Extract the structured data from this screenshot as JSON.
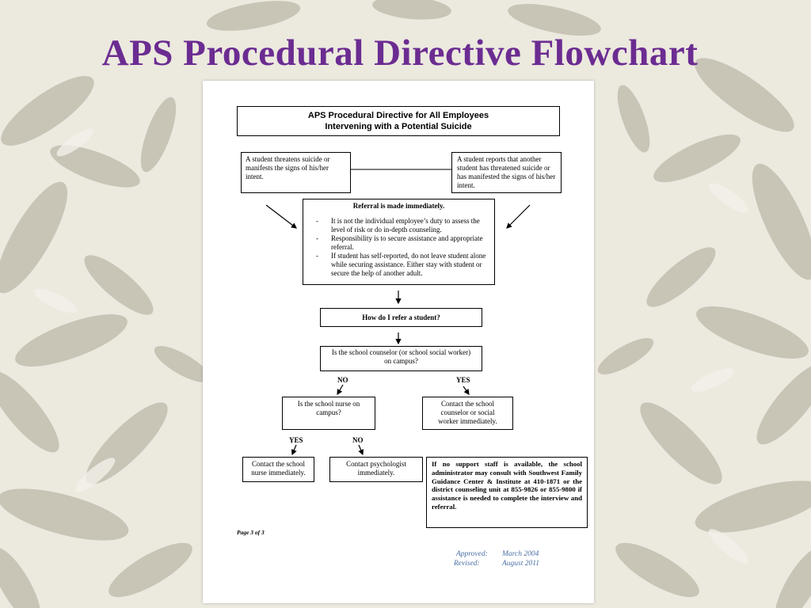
{
  "slide": {
    "title": "APS Procedural Directive Flowchart"
  },
  "document": {
    "header": {
      "line1": "APS Procedural Directive for All Employees",
      "line2": "Intervening with a Potential Suicide"
    },
    "student_threatens": "A student threatens suicide or manifests the signs of his/her intent.",
    "student_reports": "A student reports that another student has threatened suicide or has manifested the signs of his/her intent.",
    "referral": {
      "title": "Referral is made immediately.",
      "bullets": [
        "It is not the individual employee’s duty to assess the level of risk or do in-depth counseling.",
        "Responsibility is to secure assistance and appropriate referral.",
        "If student has self-reported, do not leave student alone while securing assistance. Either stay with student or secure the help of another adult."
      ]
    },
    "how_refer": "How do I refer a student?",
    "counselor_question": "Is the school counselor (or school social worker) on campus?",
    "label_no_1": "NO",
    "label_yes_1": "YES",
    "nurse_question": "Is the school nurse on campus?",
    "contact_counselor": "Contact the school counselor or social worker immediately.",
    "label_yes_2": "YES",
    "label_no_2": "NO",
    "contact_nurse": "Contact the school nurse immediately.",
    "contact_psychologist": "Contact psychologist immediately.",
    "no_support": "If no support staff is available, the school administrator may consult with Southwest Family Guidance Center & Institute at 410-1871 or the district counseling unit at 855-9826 or 855-9800 if assistance is needed to complete the interview and referral.",
    "page_label": "Page 3 of 3",
    "approved_label": "Approved:",
    "approved_date": "March 2004",
    "revised_label": "Revised:",
    "revised_date": "August 2011"
  },
  "colors": {
    "title": "#6b2c91",
    "background": "#ece9df",
    "leaf_shadow": "#b9b3a6",
    "approval_text": "#4a6fa5"
  }
}
